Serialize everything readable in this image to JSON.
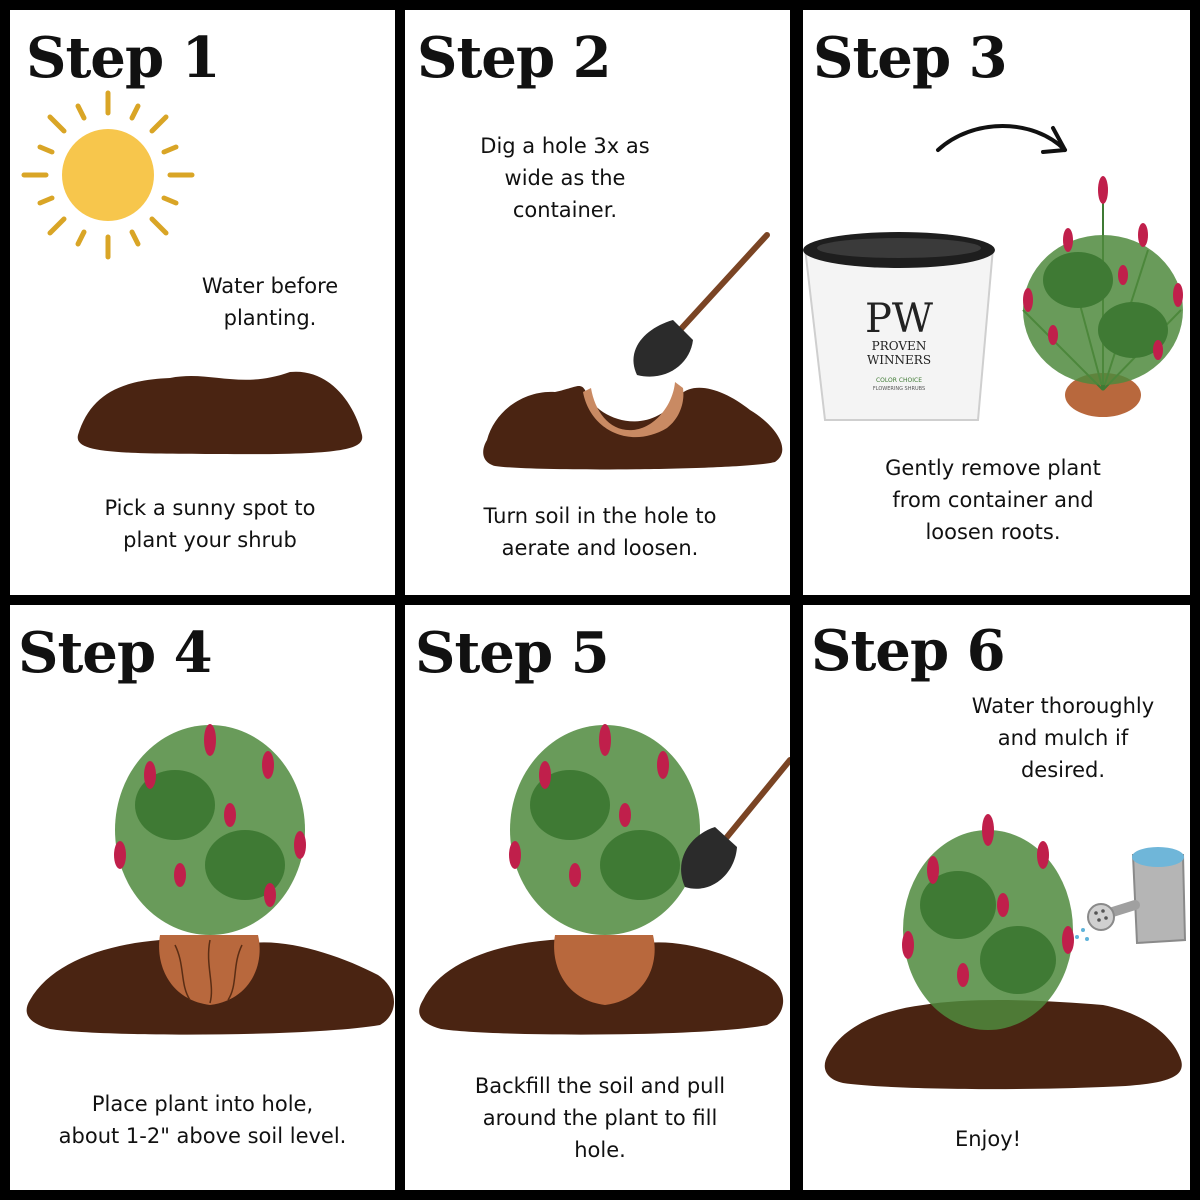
{
  "steps": [
    {
      "title": "Step 1",
      "captions": [
        "Water before\nplanting.",
        "Pick a sunny spot to\nplant your shrub"
      ]
    },
    {
      "title": "Step 2",
      "captions": [
        "Dig a hole 3x as\nwide as the\ncontainer.",
        "Turn soil in the hole to\naerate and loosen."
      ]
    },
    {
      "title": "Step 3",
      "captions": [
        "Gently remove plant\nfrom container and\nloosen roots."
      ]
    },
    {
      "title": "Step 4",
      "captions": [
        "Place plant into hole,\nabout 1-2\" above soil level."
      ]
    },
    {
      "title": "Step 5",
      "captions": [
        "Backfill the soil and pull\naround the plant to fill\nhole."
      ]
    },
    {
      "title": "Step 6",
      "captions": [
        "Water thoroughly\nand mulch if\ndesired.",
        "Enjoy!"
      ]
    }
  ],
  "pot_label": {
    "logo": "PW",
    "line1": "PROVEN",
    "line2": "WINNERS",
    "line3": "COLOR CHOICE",
    "line4": "FLOWERING SHRUBS"
  },
  "colors": {
    "soil": "#4a2412",
    "soil_light": "#c98a63",
    "sun": "#f7c64c",
    "sun_rays": "#d9a526",
    "leaf": "#3f7a34",
    "flower": "#c01f4b",
    "shovel_blade": "#2b2b2b",
    "shovel_handle": "#7a4424"
  },
  "icons": [
    "sun-icon",
    "soil-mound-icon",
    "shovel-icon",
    "arrow-icon",
    "plant-pot-icon",
    "shrub-icon",
    "watering-can-icon"
  ]
}
